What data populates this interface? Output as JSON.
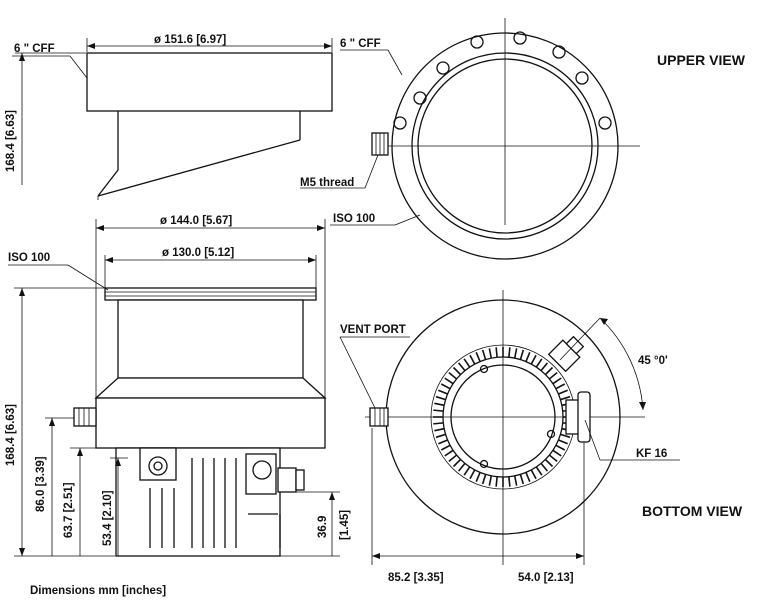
{
  "views": {
    "upper": "UPPER VIEW",
    "bottom": "BOTTOM VIEW"
  },
  "labels": {
    "cff_left": "6 \" CFF",
    "cff_right": "6 \" CFF",
    "m5": "M5 thread",
    "iso_right": "ISO 100",
    "iso_left": "ISO 100",
    "vent": "VENT PORT",
    "kf": "KF 16",
    "angle": "45 °0'",
    "footer": "Dimensions mm [inches]"
  },
  "dims": {
    "d1516": "ø 151.6 [6.97]",
    "h1684_top": "168.4 [6.63]",
    "d1440": "ø 144.0 [5.67]",
    "d1300": "ø 130.0 [5.12]",
    "h1684": "168.4 [6.63]",
    "h860": "86.0 [3.39]",
    "h637": "63.7 [2.51]",
    "h534": "53.4 [2.10]",
    "h369a": "36.9",
    "h369b": "[1.45]",
    "w852": "85.2 [3.35]",
    "w540": "54.0 [2.13]"
  }
}
